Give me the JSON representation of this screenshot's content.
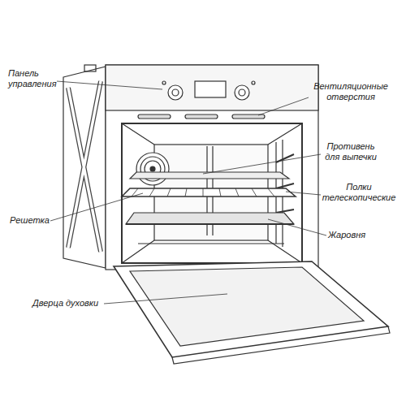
{
  "diagram": {
    "labels": [
      "Панель управления",
      "Вентиляционные отверстия",
      "Противень для выпечки",
      "Полки телескопические",
      "Решетка",
      "Жаровня",
      "Дверца духовки"
    ]
  }
}
